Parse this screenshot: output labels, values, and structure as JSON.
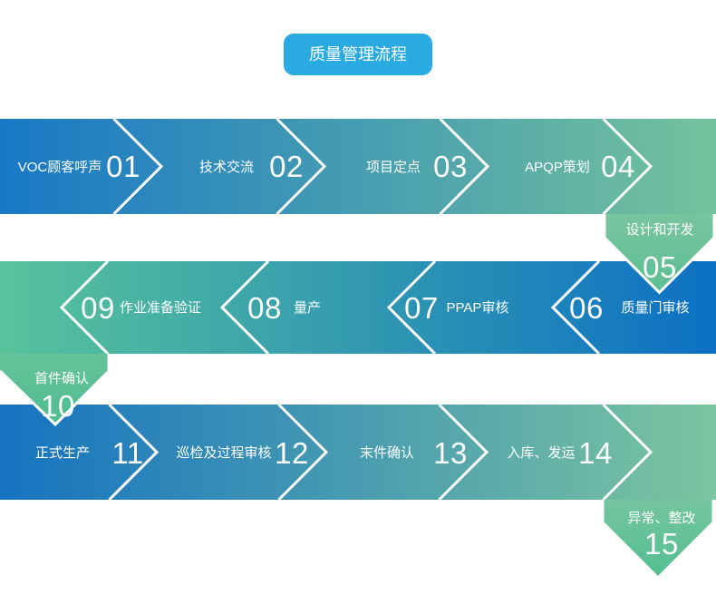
{
  "title": {
    "label": "质量管理流程"
  },
  "colors": {
    "badge": "#29ABE2",
    "band1_from": "#1878C6",
    "band1_to": "#74C29C",
    "band2_from": "#58C39C",
    "band2_to": "#0C70C4",
    "band3_from": "#1673C0",
    "band3_to": "#7CC5A0",
    "pent5_from": "#78C59E",
    "pent5_to": "#5CBE93",
    "pent10_from": "#66C29A",
    "pent10_to": "#4FBC90",
    "pent15_from": "#74C59E",
    "pent15_to": "#55BE92"
  },
  "steps": [
    {
      "num": "01",
      "label": "VOC顾客呼声"
    },
    {
      "num": "02",
      "label": "技术交流"
    },
    {
      "num": "03",
      "label": "项目定点"
    },
    {
      "num": "04",
      "label": "APQP策划"
    },
    {
      "num": "05",
      "label": "设计和开发"
    },
    {
      "num": "06",
      "label": "质量门审核"
    },
    {
      "num": "07",
      "label": "PPAP审核"
    },
    {
      "num": "08",
      "label": "量产"
    },
    {
      "num": "09",
      "label": "作业准备验证"
    },
    {
      "num": "10",
      "label": "首件确认"
    },
    {
      "num": "11",
      "label": "正式生产"
    },
    {
      "num": "12",
      "label": "巡检及过程审核"
    },
    {
      "num": "13",
      "label": "末件确认"
    },
    {
      "num": "14",
      "label": "入库、发运"
    },
    {
      "num": "15",
      "label": "异常、整改"
    }
  ]
}
